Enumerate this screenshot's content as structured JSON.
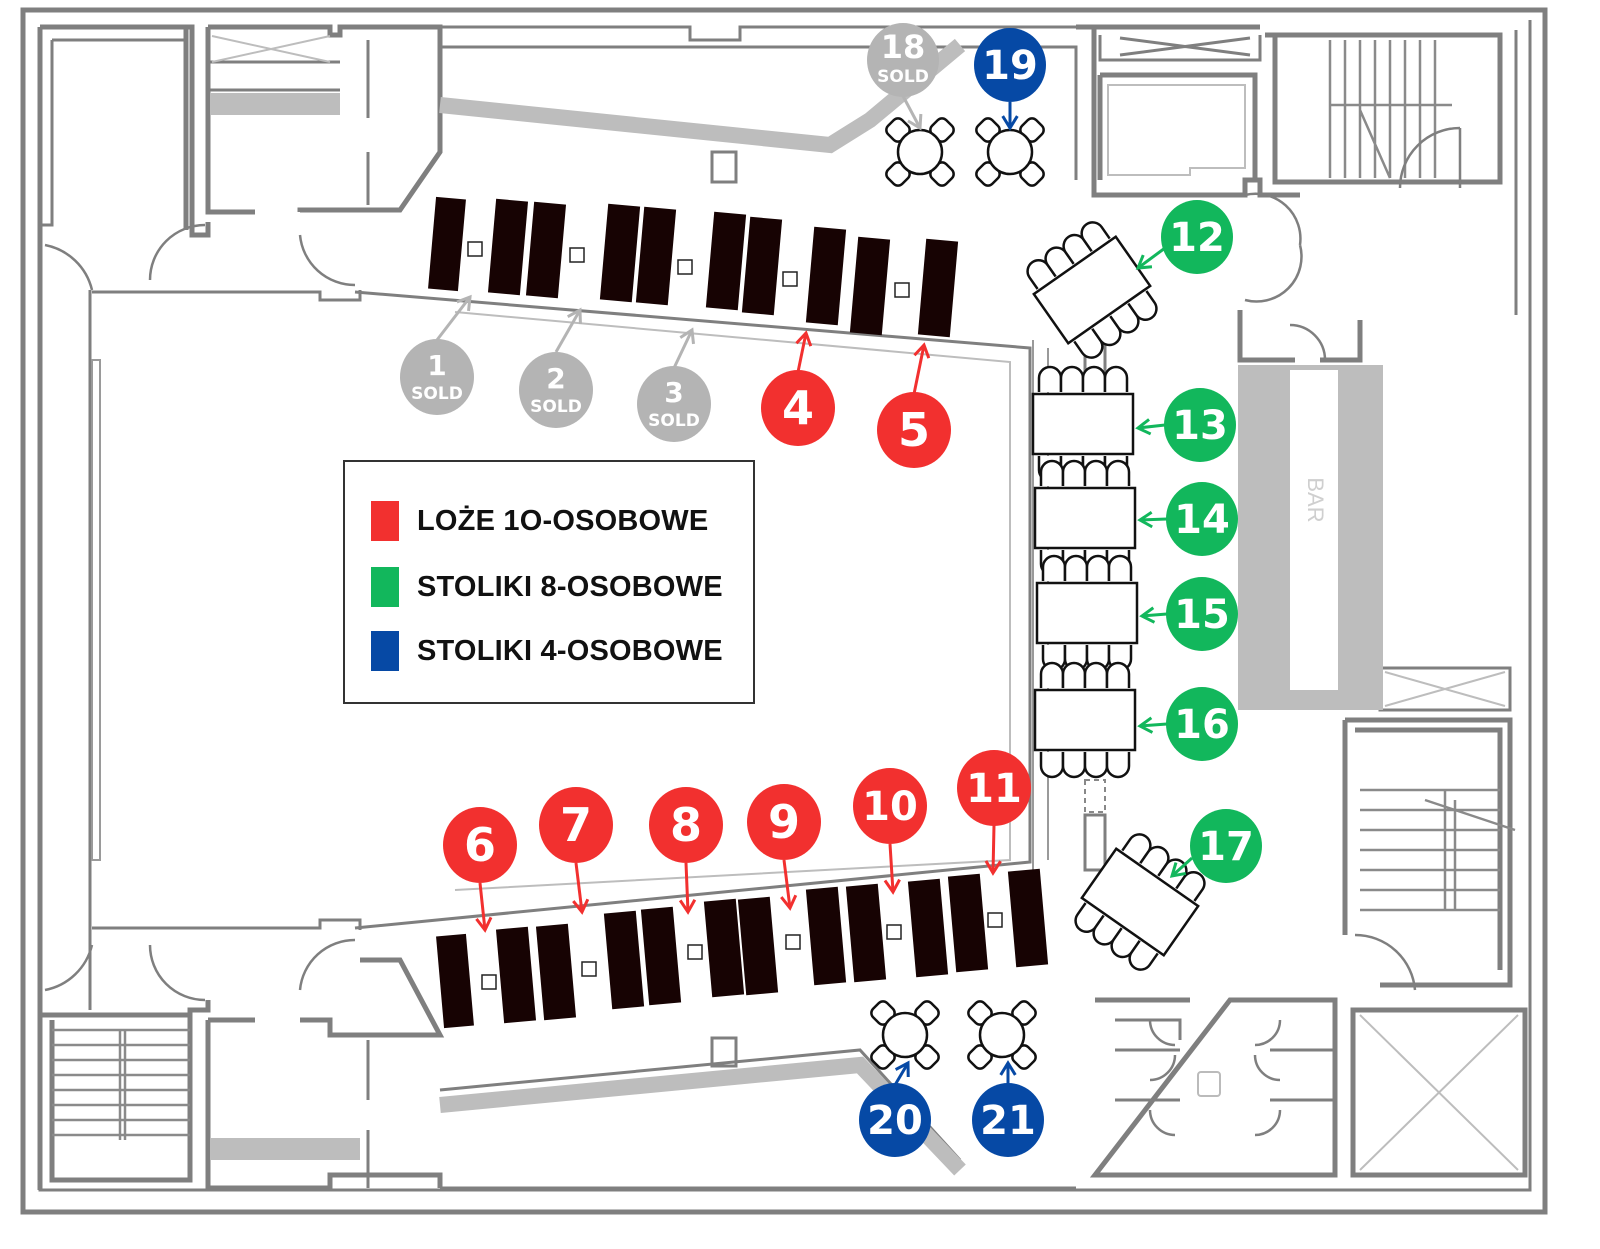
{
  "title": "Plan sali – rozmieszczenie lóż i stolików",
  "colors": {
    "lodge": "#f2302f",
    "table8": "#12b75c",
    "table4": "#0649a5",
    "sold": "#b4b4b4",
    "lodge_fill": "#170303",
    "wall": "#7f7f7f"
  },
  "legend": {
    "items": [
      {
        "label": "LOŻE 1O-OSOBOWE",
        "color": "#f2302f",
        "category": "lodge"
      },
      {
        "label": "STOLIKI 8-OSOBOWE",
        "color": "#12b75c",
        "category": "table8"
      },
      {
        "label": "STOLIKI 4-OSOBOWE",
        "color": "#0649a5",
        "category": "table4"
      }
    ]
  },
  "room_labels": {
    "bar": "BAR"
  },
  "sold_label": "SOLD",
  "places": [
    {
      "id": "1",
      "category": "lodge",
      "status": "sold"
    },
    {
      "id": "2",
      "category": "lodge",
      "status": "sold"
    },
    {
      "id": "3",
      "category": "lodge",
      "status": "sold"
    },
    {
      "id": "4",
      "category": "lodge",
      "status": "available"
    },
    {
      "id": "5",
      "category": "lodge",
      "status": "available"
    },
    {
      "id": "6",
      "category": "lodge",
      "status": "available"
    },
    {
      "id": "7",
      "category": "lodge",
      "status": "available"
    },
    {
      "id": "8",
      "category": "lodge",
      "status": "available"
    },
    {
      "id": "9",
      "category": "lodge",
      "status": "available"
    },
    {
      "id": "10",
      "category": "lodge",
      "status": "available"
    },
    {
      "id": "11",
      "category": "lodge",
      "status": "available"
    },
    {
      "id": "12",
      "category": "table8",
      "status": "available"
    },
    {
      "id": "13",
      "category": "table8",
      "status": "available"
    },
    {
      "id": "14",
      "category": "table8",
      "status": "available"
    },
    {
      "id": "15",
      "category": "table8",
      "status": "available"
    },
    {
      "id": "16",
      "category": "table8",
      "status": "available"
    },
    {
      "id": "17",
      "category": "table8",
      "status": "available"
    },
    {
      "id": "18",
      "category": "table4",
      "status": "sold"
    },
    {
      "id": "19",
      "category": "table4",
      "status": "available"
    },
    {
      "id": "20",
      "category": "table4",
      "status": "available"
    },
    {
      "id": "21",
      "category": "table4",
      "status": "available"
    }
  ]
}
